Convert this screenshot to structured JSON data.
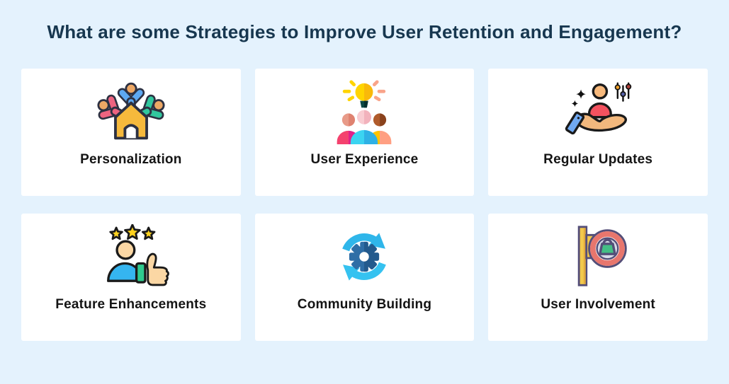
{
  "page": {
    "background_color": "#e4f2fd",
    "card_color": "#ffffff",
    "title_color": "#17374f",
    "label_color": "#141414"
  },
  "header": {
    "title": "What are some Strategies to Improve User Retention and Engagement?"
  },
  "cards": [
    {
      "label": "Personalization",
      "icon": "house-people-icon"
    },
    {
      "label": "User Experience",
      "icon": "lightbulb-users-icon"
    },
    {
      "label": "Regular Updates",
      "icon": "hand-holding-user-icon"
    },
    {
      "label": "Feature Enhancements",
      "icon": "user-stars-thumbs-up-icon"
    },
    {
      "label": "Community Building",
      "icon": "sync-arrows-gear-icon"
    },
    {
      "label": "User Involvement",
      "icon": "signpost-lock-badge-icon"
    }
  ],
  "icon_colors": {
    "house_yellow": "#f6b93c",
    "figure_blue": "#5da9f2",
    "figure_pink": "#ed6480",
    "figure_teal": "#31c79e",
    "skin_tan": "#eda865",
    "outline_dark": "#2d3142",
    "bulb_yellow": "#ffd400",
    "ray_salmon": "#f9a48a",
    "person_red": "#f4525f",
    "cuff_blue": "#70a9f2",
    "hand_tan": "#f2b87d",
    "star_yellow": "#ffd21e",
    "body_cyan": "#35b5f0",
    "cuff_green": "#2fcb8e",
    "sync_cyan": "#2fb6ea",
    "gear_blue": "#2f6ea6",
    "post_yellow": "#f2c94c",
    "badge_ring_red": "#e8766d",
    "badge_inner_gray": "#d6dbe8",
    "bag_green": "#43bf85",
    "badge_outline_purple": "#544e78"
  }
}
